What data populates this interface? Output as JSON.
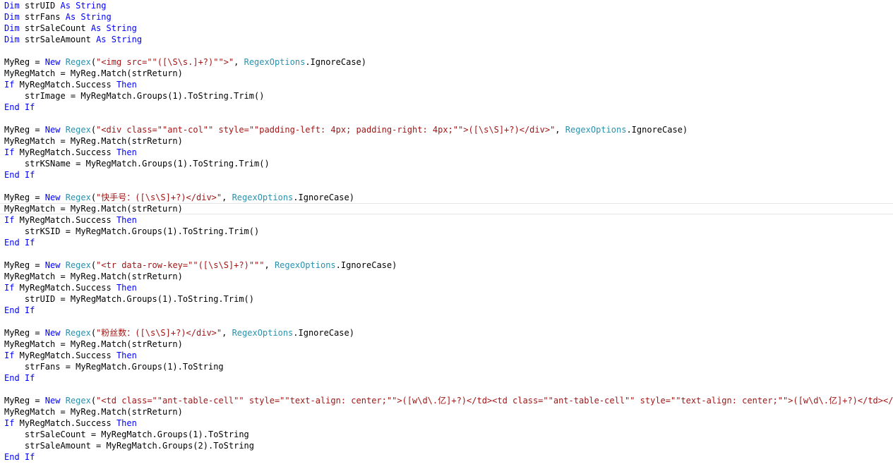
{
  "editor": {
    "lines": [
      [
        [
          "kw",
          "Dim"
        ],
        [
          "tx",
          " strUID "
        ],
        [
          "kw",
          "As"
        ],
        [
          "tx",
          " "
        ],
        [
          "kw",
          "String"
        ]
      ],
      [
        [
          "kw",
          "Dim"
        ],
        [
          "tx",
          " strFans "
        ],
        [
          "kw",
          "As"
        ],
        [
          "tx",
          " "
        ],
        [
          "kw",
          "String"
        ]
      ],
      [
        [
          "kw",
          "Dim"
        ],
        [
          "tx",
          " strSaleCount "
        ],
        [
          "kw",
          "As"
        ],
        [
          "tx",
          " "
        ],
        [
          "kw",
          "String"
        ]
      ],
      [
        [
          "kw",
          "Dim"
        ],
        [
          "tx",
          " strSaleAmount "
        ],
        [
          "kw",
          "As"
        ],
        [
          "tx",
          " "
        ],
        [
          "kw",
          "String"
        ]
      ],
      [],
      [
        [
          "tx",
          "MyReg = "
        ],
        [
          "kw",
          "New"
        ],
        [
          "tx",
          " "
        ],
        [
          "ty",
          "Regex"
        ],
        [
          "tx",
          "("
        ],
        [
          "st",
          "\"<img src=\"\"([\\S\\s.]+?)\"\">\""
        ],
        [
          "tx",
          ", "
        ],
        [
          "ty",
          "RegexOptions"
        ],
        [
          "tx",
          ".IgnoreCase)"
        ]
      ],
      [
        [
          "tx",
          "MyRegMatch = MyReg.Match(strReturn)"
        ]
      ],
      [
        [
          "kw",
          "If"
        ],
        [
          "tx",
          " MyRegMatch.Success "
        ],
        [
          "kw",
          "Then"
        ]
      ],
      [
        [
          "tx",
          "    strImage = MyRegMatch.Groups(1).ToString.Trim()"
        ]
      ],
      [
        [
          "kw",
          "End If"
        ]
      ],
      [],
      [
        [
          "tx",
          "MyReg = "
        ],
        [
          "kw",
          "New"
        ],
        [
          "tx",
          " "
        ],
        [
          "ty",
          "Regex"
        ],
        [
          "tx",
          "("
        ],
        [
          "st",
          "\"<div class=\"\"ant-col\"\" style=\"\"padding-left: 4px; padding-right: 4px;\"\">([\\s\\S]+?)</div>\""
        ],
        [
          "tx",
          ", "
        ],
        [
          "ty",
          "RegexOptions"
        ],
        [
          "tx",
          ".IgnoreCase)"
        ]
      ],
      [
        [
          "tx",
          "MyRegMatch = MyReg.Match(strReturn)"
        ]
      ],
      [
        [
          "kw",
          "If"
        ],
        [
          "tx",
          " MyRegMatch.Success "
        ],
        [
          "kw",
          "Then"
        ]
      ],
      [
        [
          "tx",
          "    strKSName = MyRegMatch.Groups(1).ToString.Trim()"
        ]
      ],
      [
        [
          "kw",
          "End If"
        ]
      ],
      [],
      [
        [
          "tx",
          "MyReg = "
        ],
        [
          "kw",
          "New"
        ],
        [
          "tx",
          " "
        ],
        [
          "ty",
          "Regex"
        ],
        [
          "tx",
          "("
        ],
        [
          "st",
          "\"快手号：([\\s\\S]+?)</div>\""
        ],
        [
          "tx",
          ", "
        ],
        [
          "ty",
          "RegexOptions"
        ],
        [
          "tx",
          ".IgnoreCase)"
        ]
      ],
      [
        [
          "tx",
          "MyRegMatch = MyReg.Match(strReturn)"
        ]
      ],
      [
        [
          "kw",
          "If"
        ],
        [
          "tx",
          " MyRegMatch.Success "
        ],
        [
          "kw",
          "Then"
        ]
      ],
      [
        [
          "tx",
          "    strKSID = MyRegMatch.Groups(1).ToString.Trim()"
        ]
      ],
      [
        [
          "kw",
          "End If"
        ]
      ],
      [],
      [
        [
          "tx",
          "MyReg = "
        ],
        [
          "kw",
          "New"
        ],
        [
          "tx",
          " "
        ],
        [
          "ty",
          "Regex"
        ],
        [
          "tx",
          "("
        ],
        [
          "st",
          "\"<tr data-row-key=\"\"([\\s\\S]+?)\"\"\""
        ],
        [
          "tx",
          ", "
        ],
        [
          "ty",
          "RegexOptions"
        ],
        [
          "tx",
          ".IgnoreCase)"
        ]
      ],
      [
        [
          "tx",
          "MyRegMatch = MyReg.Match(strReturn)"
        ]
      ],
      [
        [
          "kw",
          "If"
        ],
        [
          "tx",
          " MyRegMatch.Success "
        ],
        [
          "kw",
          "Then"
        ]
      ],
      [
        [
          "tx",
          "    strUID = MyRegMatch.Groups(1).ToString.Trim()"
        ]
      ],
      [
        [
          "kw",
          "End If"
        ]
      ],
      [],
      [
        [
          "tx",
          "MyReg = "
        ],
        [
          "kw",
          "New"
        ],
        [
          "tx",
          " "
        ],
        [
          "ty",
          "Regex"
        ],
        [
          "tx",
          "("
        ],
        [
          "st",
          "\"粉丝数：([\\s\\S]+?)</div>\""
        ],
        [
          "tx",
          ", "
        ],
        [
          "ty",
          "RegexOptions"
        ],
        [
          "tx",
          ".IgnoreCase)"
        ]
      ],
      [
        [
          "tx",
          "MyRegMatch = MyReg.Match(strReturn)"
        ]
      ],
      [
        [
          "kw",
          "If"
        ],
        [
          "tx",
          " MyRegMatch.Success "
        ],
        [
          "kw",
          "Then"
        ]
      ],
      [
        [
          "tx",
          "    strFans = MyRegMatch.Groups(1).ToString"
        ]
      ],
      [
        [
          "kw",
          "End If"
        ]
      ],
      [],
      [
        [
          "tx",
          "MyReg = "
        ],
        [
          "kw",
          "New"
        ],
        [
          "tx",
          " "
        ],
        [
          "ty",
          "Regex"
        ],
        [
          "tx",
          "("
        ],
        [
          "st",
          "\"<td class=\"\"ant-table-cell\"\" style=\"\"text-align: center;\"\">([w\\d\\.亿]+?)</td><td class=\"\"ant-table-cell\"\" style=\"\"text-align: center;\"\">([w\\d\\.亿]+?)</td></tr>\""
        ],
        [
          "tx",
          ","
        ]
      ],
      [
        [
          "tx",
          "MyRegMatch = MyReg.Match(strReturn)"
        ]
      ],
      [
        [
          "kw",
          "If"
        ],
        [
          "tx",
          " MyRegMatch.Success "
        ],
        [
          "kw",
          "Then"
        ]
      ],
      [
        [
          "tx",
          "    strSaleCount = MyRegMatch.Groups(1).ToString"
        ]
      ],
      [
        [
          "tx",
          "    strSaleAmount = MyRegMatch.Groups(2).ToString"
        ]
      ],
      [
        [
          "kw",
          "End If"
        ]
      ]
    ]
  }
}
